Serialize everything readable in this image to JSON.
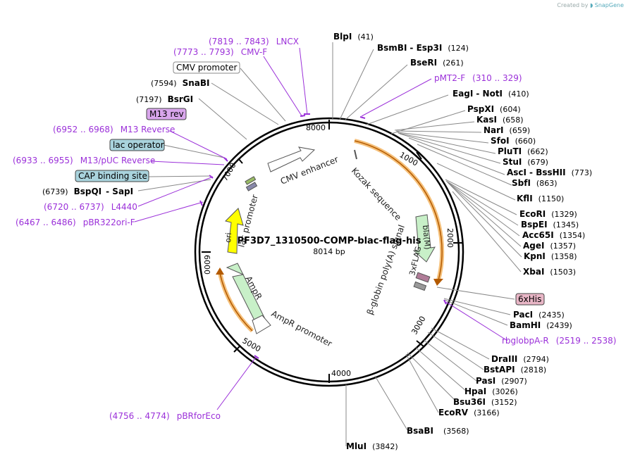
{
  "credit": {
    "created_by": "Created by",
    "brand": "SnapGene"
  },
  "plasmid": {
    "name": "PF3D7_1310500-COMP-blac-flag-his",
    "length": "8014 bp"
  },
  "ticks": [
    "1000",
    "2000",
    "3000",
    "4000",
    "5000",
    "6000",
    "7000",
    "8000"
  ],
  "restriction_sites": [
    {
      "name": "BlpI",
      "pos": "(41)"
    },
    {
      "name": "BsmBI",
      "name2": "Esp3I",
      "pos": "(124)"
    },
    {
      "name": "BseRI",
      "pos": "(261)"
    },
    {
      "name": "EagI",
      "name2": "NotI",
      "pos": "(410)"
    },
    {
      "name": "PspXI",
      "pos": "(604)"
    },
    {
      "name": "KasI",
      "pos": "(658)"
    },
    {
      "name": "NarI",
      "pos": "(659)"
    },
    {
      "name": "SfoI",
      "pos": "(660)"
    },
    {
      "name": "PluTI",
      "pos": "(662)"
    },
    {
      "name": "StuI",
      "pos": "(679)"
    },
    {
      "name": "AscI",
      "name2": "BssHII",
      "pos": "(773)"
    },
    {
      "name": "SbfI",
      "pos": "(863)"
    },
    {
      "name": "KflI",
      "pos": "(1150)"
    },
    {
      "name": "EcoRI",
      "pos": "(1329)"
    },
    {
      "name": "BspEI",
      "pos": "(1345)"
    },
    {
      "name": "Acc65I",
      "pos": "(1354)"
    },
    {
      "name": "AgeI",
      "pos": "(1357)"
    },
    {
      "name": "KpnI",
      "pos": "(1358)"
    },
    {
      "name": "XbaI",
      "pos": "(1503)"
    },
    {
      "name": "PacI",
      "pos": "(2435)"
    },
    {
      "name": "BamHI",
      "pos": "(2439)"
    },
    {
      "name": "DraIII",
      "pos": "(2794)"
    },
    {
      "name": "BstAPI",
      "pos": "(2818)"
    },
    {
      "name": "PasI",
      "pos": "(2907)"
    },
    {
      "name": "HpaI",
      "pos": "(3026)"
    },
    {
      "name": "Bsu36I",
      "pos": "(3152)"
    },
    {
      "name": "EcoRV",
      "pos": "(3166)"
    },
    {
      "name": "BsaBI",
      "pos": "(3568)"
    },
    {
      "name": "MluI",
      "pos": "(3842)"
    },
    {
      "name": "SnaBI",
      "pos": "(7594)"
    },
    {
      "name": "BsrGI",
      "pos": "(7197)"
    },
    {
      "name": "BspQI",
      "name2": "SapI",
      "pos": "(6739)"
    }
  ],
  "primers": [
    {
      "name": "LNCX",
      "range": "(7819 .. 7843)"
    },
    {
      "name": "CMV-F",
      "range": "(7773 .. 7793)"
    },
    {
      "name": "pMT2-F",
      "range": "(310 .. 329)"
    },
    {
      "name": "M13 Reverse",
      "range": "(6952 .. 6968)"
    },
    {
      "name": "M13/pUC Reverse",
      "range": "(6933 .. 6955)"
    },
    {
      "name": "L4440",
      "range": "(6720 .. 6737)"
    },
    {
      "name": "pBR322ori-F",
      "range": "(6467 .. 6486)"
    },
    {
      "name": "rbglobpA-R",
      "range": "(2519 .. 2538)"
    },
    {
      "name": "pBRforEco",
      "range": "(4756 .. 4774)"
    }
  ],
  "boxed_features": [
    {
      "label": "CMV promoter",
      "fill": "#ffffff"
    },
    {
      "label": "M13 rev",
      "fill": "#d9a6ec"
    },
    {
      "label": "lac operator",
      "fill": "#a9d3dd"
    },
    {
      "label": "CAP binding site",
      "fill": "#a9d3dd"
    },
    {
      "label": "6xHis",
      "fill": "#e8b6c6"
    }
  ],
  "inner_features": {
    "cmv_enhancer": "CMV enhancer",
    "kozak": "Kozak sequence",
    "bla": "bla(M)",
    "flag": "3xFLAG",
    "globin": "β-globin poly(A) signal",
    "ampr": "AmpR",
    "ampr_promoter": "AmpR promoter",
    "ori": "ori",
    "lac_promoter": "lac promoter"
  },
  "colors": {
    "primer": "#9b30d9",
    "orange_arc": "#f0a030",
    "amp_green": "#c8f0c8",
    "ori_yellow": "#ffff00",
    "leader_gray": "#888888"
  }
}
